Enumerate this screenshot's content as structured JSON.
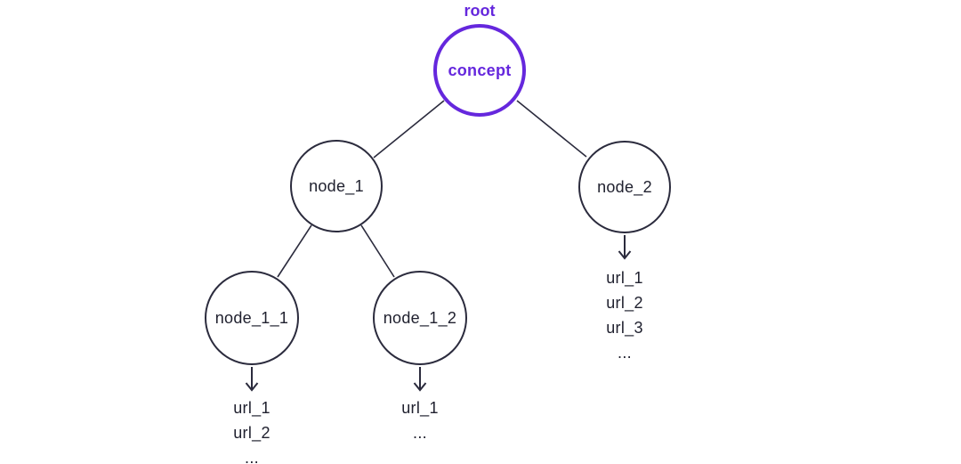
{
  "colors": {
    "accent": "#6527dd",
    "line": "#2b2b3d",
    "text": "#20212f",
    "background": "#ffffff"
  },
  "diagram": {
    "root_tag": "root",
    "root": {
      "label": "concept"
    },
    "children": [
      {
        "label": "node_1",
        "children": [
          {
            "label": "node_1_1",
            "urls": [
              "url_1",
              "url_2",
              "..."
            ]
          },
          {
            "label": "node_1_2",
            "urls": [
              "url_1",
              "..."
            ]
          }
        ]
      },
      {
        "label": "node_2",
        "urls": [
          "url_1",
          "url_2",
          "url_3",
          "..."
        ]
      }
    ]
  }
}
